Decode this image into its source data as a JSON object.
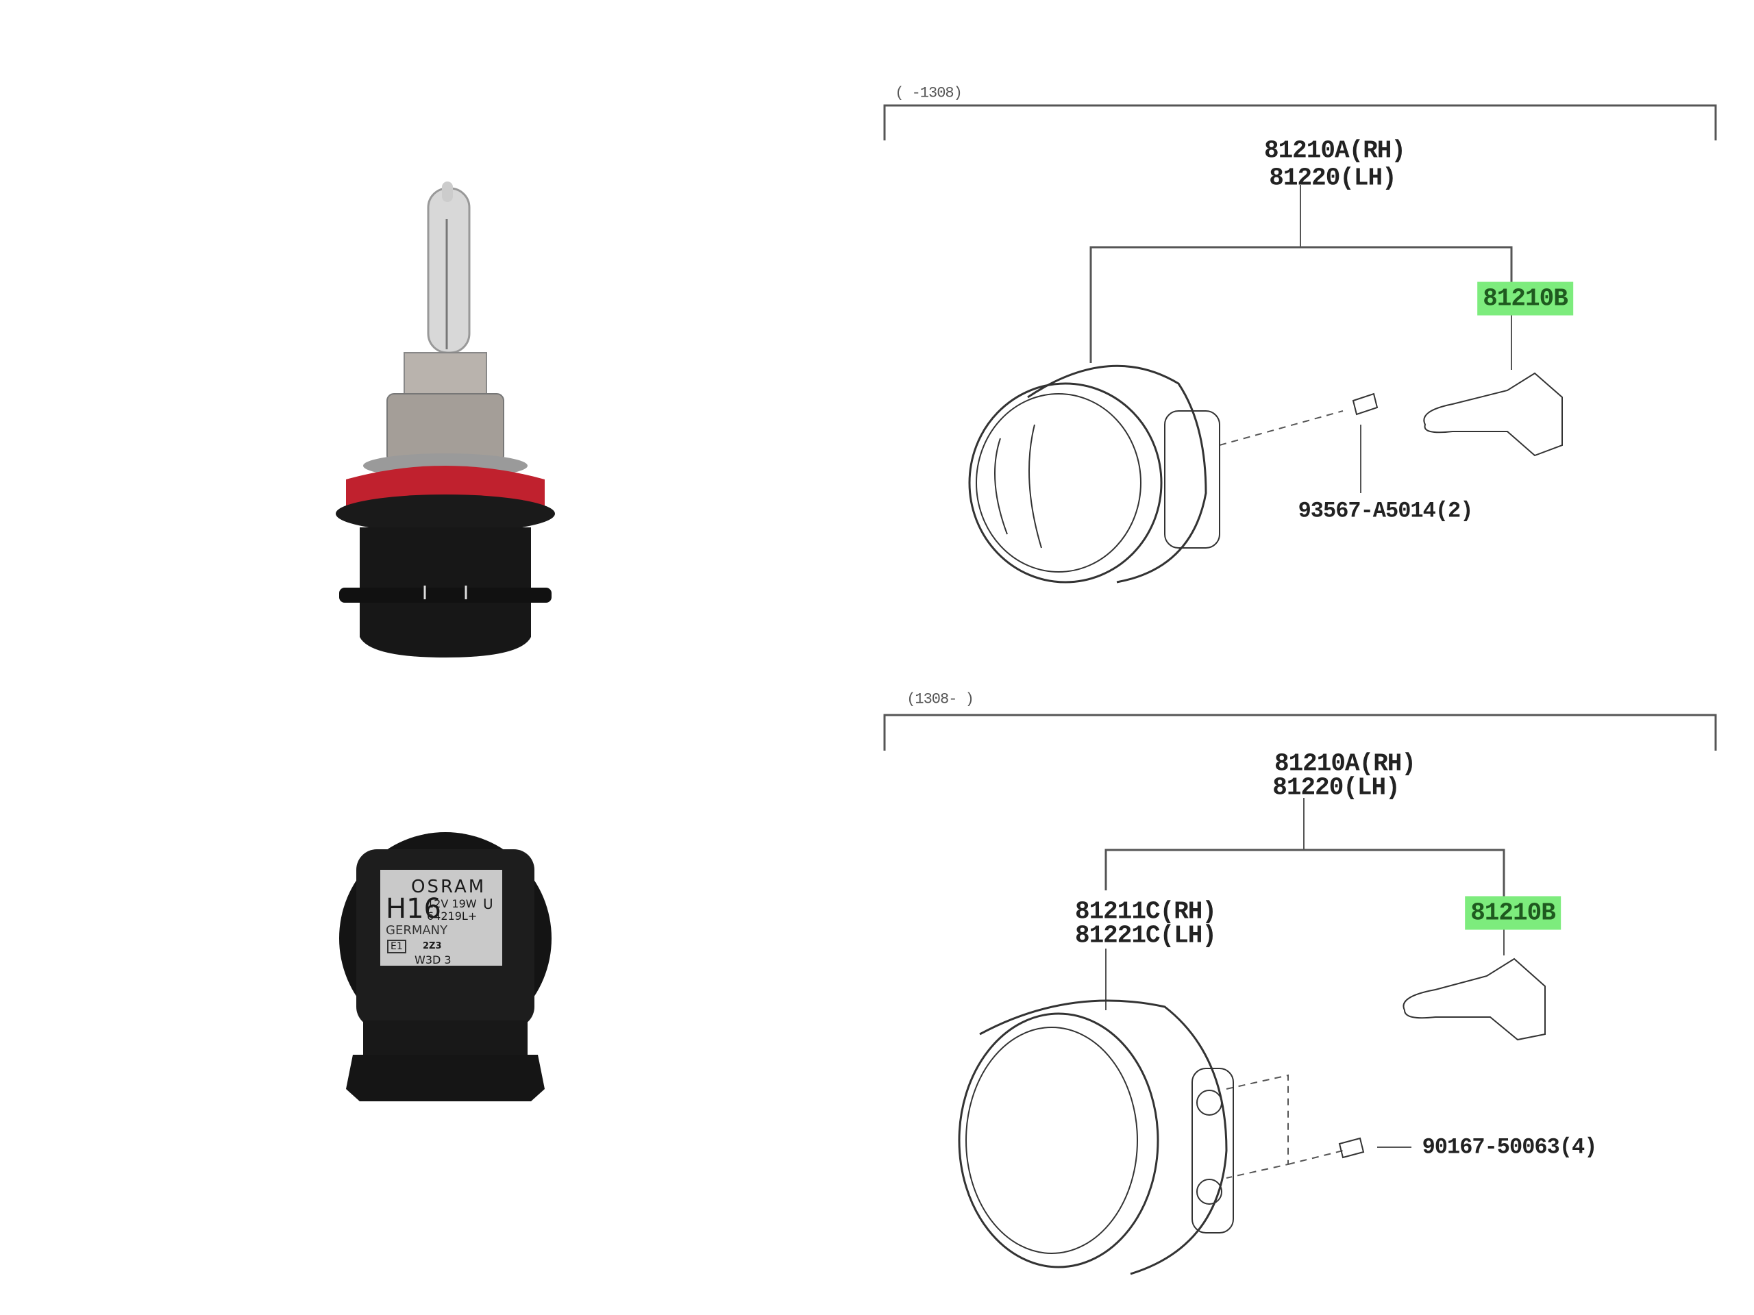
{
  "product_photo": {
    "brand": "OSRAM",
    "type": "H16",
    "rating": "12V 19W",
    "mark": "U",
    "part_code": "64219L+",
    "origin": "GERMANY",
    "approval": "E1",
    "batch": "2Z3",
    "code": "W3D 3"
  },
  "diagram_top": {
    "range_label": "( -1308)",
    "assembly_rh": "81210A(RH)",
    "assembly_lh": "81220(LH)",
    "bulb_part": "81210B",
    "screw_part": "93567-A5014(2)"
  },
  "diagram_bottom": {
    "range_label": "(1308-    )",
    "assembly_rh": "81210A(RH)",
    "assembly_lh": "81220(LH)",
    "housing_rh": "81211C(RH)",
    "housing_lh": "81221C(LH)",
    "bulb_part": "81210B",
    "screw_part": "90167-50063(4)"
  },
  "colors": {
    "highlight": "#7dec7d",
    "socket_ring": "#c0212e"
  }
}
